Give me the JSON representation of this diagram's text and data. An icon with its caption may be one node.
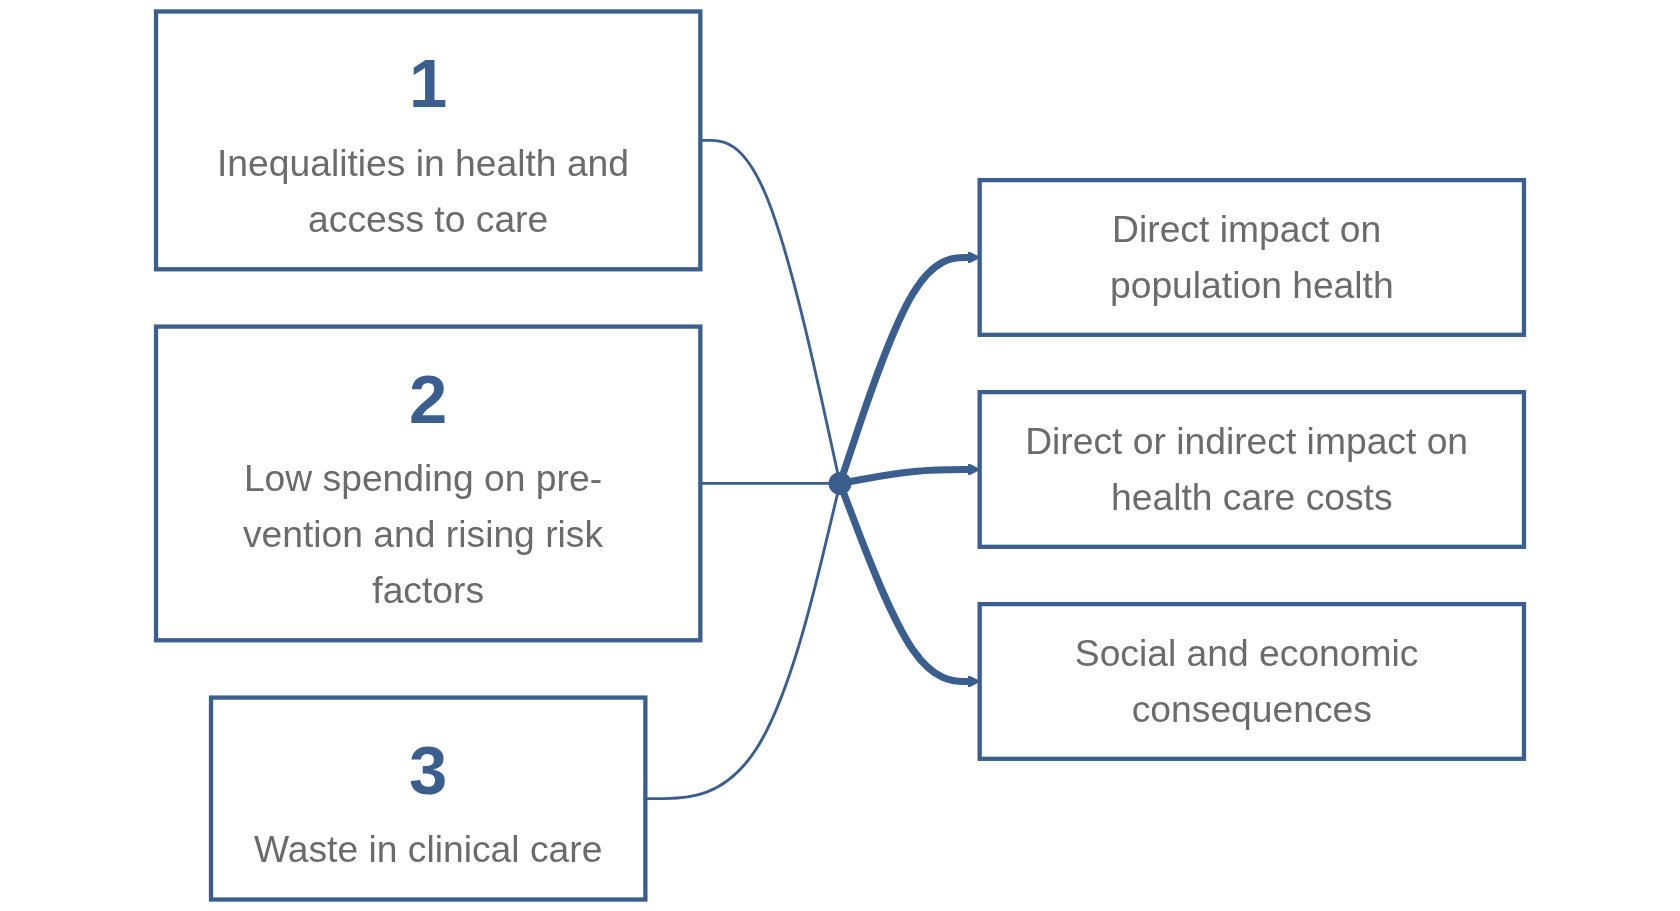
{
  "diagram": {
    "nodes": [
      {
        "text": [
          "1",
          "Inequalities in health and access to care"
        ]
      },
      {
        "text": [
          "2",
          "Low spending on pre- vention and rising risk factors"
        ]
      },
      {
        "text": [
          "3",
          "Waste in clinical care"
        ]
      },
      {
        "text": [],
        "shape": "circle"
      },
      {
        "text": [
          "Direct impact on population health"
        ]
      },
      {
        "text": [
          "Direct or indirect impact on health care costs"
        ]
      },
      {
        "text": [
          "Social and economic consequences"
        ]
      }
    ],
    "edges": [
      {
        "from": 0,
        "to": 3,
        "arrow": "none"
      },
      {
        "from": 1,
        "to": 3,
        "arrow": "none"
      },
      {
        "from": 2,
        "to": 3,
        "arrow": "none"
      },
      {
        "from": 3,
        "to": 4,
        "arrow": "to",
        "style": "thick"
      },
      {
        "from": 3,
        "to": 5,
        "arrow": "to",
        "style": "thick"
      },
      {
        "from": 3,
        "to": 6,
        "arrow": "to",
        "style": "thick"
      }
    ]
  }
}
